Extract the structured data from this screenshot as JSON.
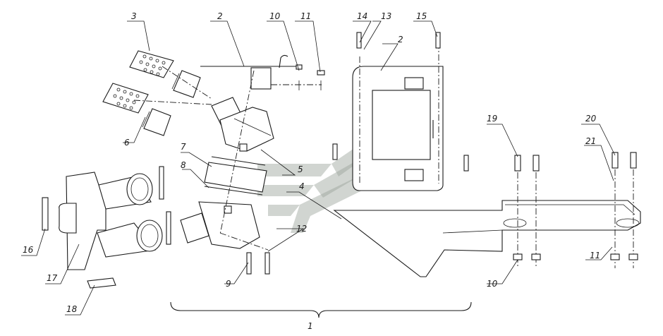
{
  "callouts": {
    "c1": "1",
    "c2a": "2",
    "c2b": "2",
    "c3": "3",
    "c4": "4",
    "c5": "5",
    "c6": "6",
    "c7": "7",
    "c8": "8",
    "c9": "9",
    "c10a": "10",
    "c10b": "10",
    "c11a": "11",
    "c11b": "11",
    "c12": "12",
    "c13": "13",
    "c14": "14",
    "c15": "15",
    "c16": "16",
    "c17": "17",
    "c18": "18",
    "c19": "19",
    "c20": "20",
    "c21": "21"
  },
  "colors": {
    "line": "#1a1a1a",
    "background": "#ffffff",
    "watermark": "#9aa19a"
  }
}
